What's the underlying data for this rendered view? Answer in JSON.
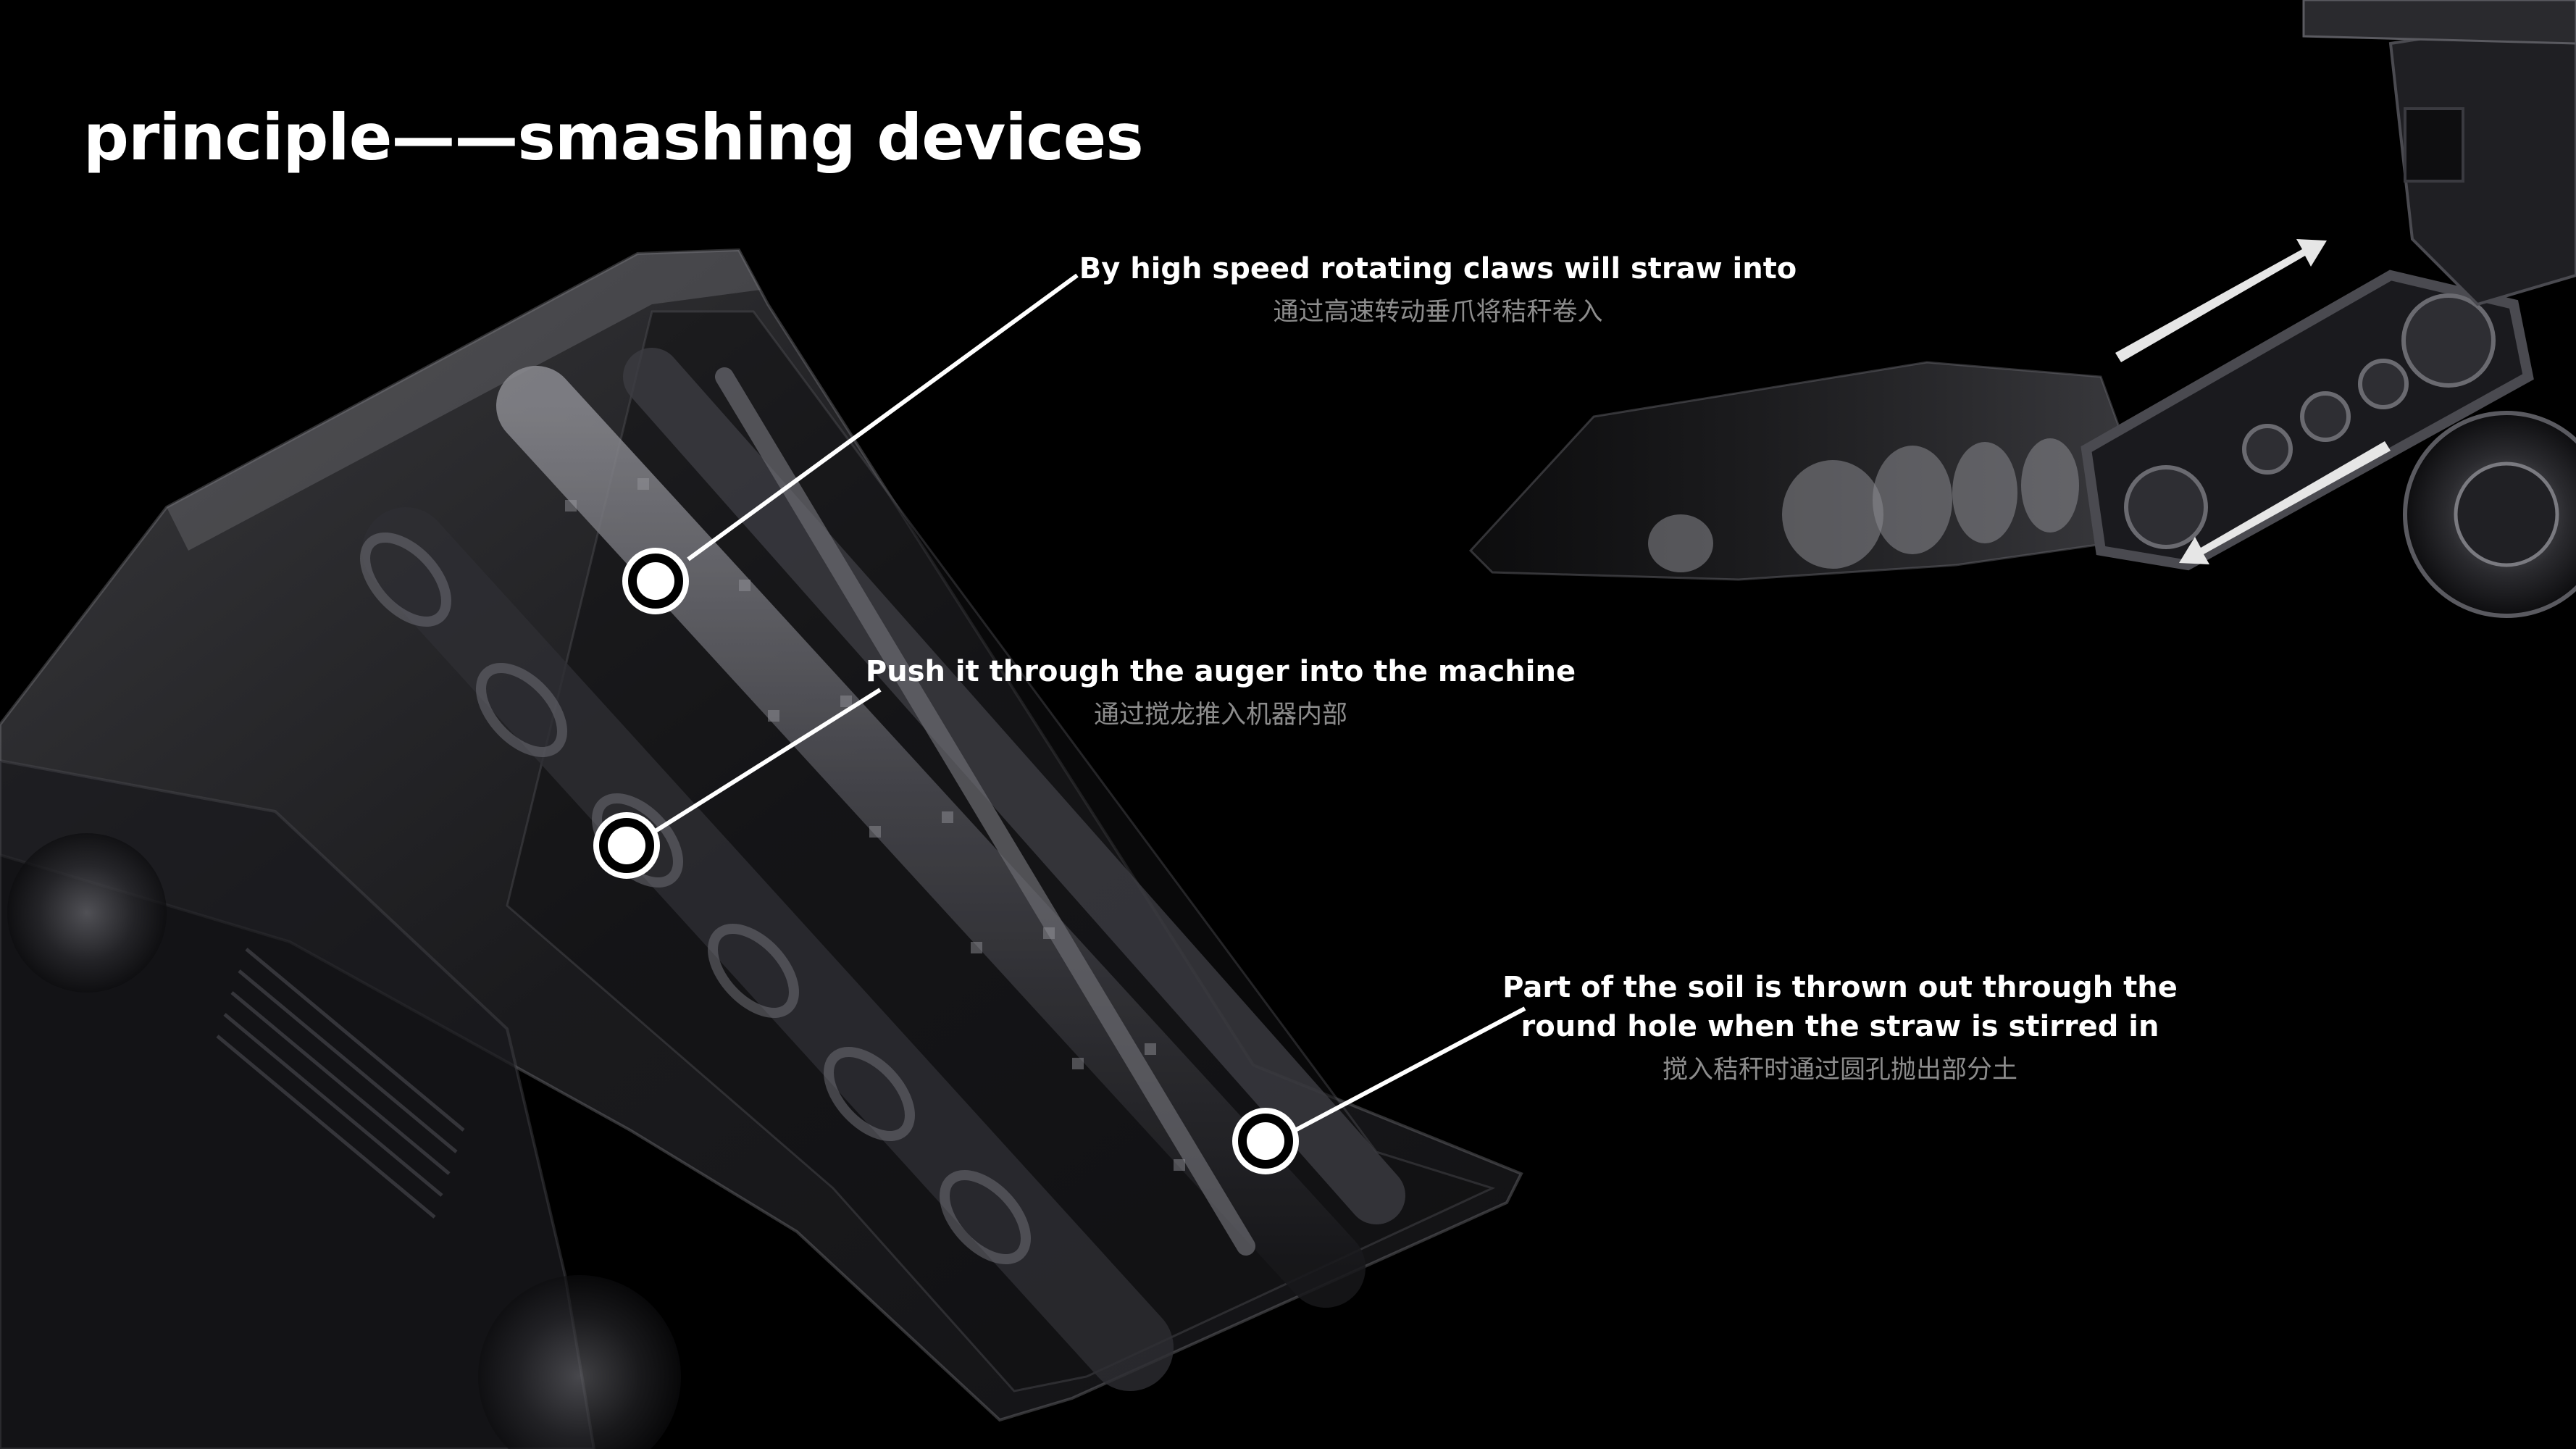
{
  "page": {
    "title": "principle——smashing devices"
  },
  "callouts": [
    {
      "en": "By high speed rotating claws will straw into",
      "zh": "通过高速转动垂爪将秸秆卷入"
    },
    {
      "en": "Push it through the auger into the machine",
      "zh": "通过搅龙推入机器内部"
    },
    {
      "en_line1": "Part of the soil is thrown out through the",
      "en_line2": "round hole when the straw is stirred in",
      "zh": "搅入秸秆时通过圆孔抛出部分土"
    }
  ],
  "colors": {
    "background": "#000000",
    "title_text": "#ffffff",
    "label_text": "#ffffff",
    "sublabel_text": "#8c8c8c",
    "marker": "#ffffff",
    "arrow": "#e6e6e6"
  },
  "icons": {
    "marker": "ring-dot-marker-icon",
    "direction_arrow": "arrow-icon"
  }
}
